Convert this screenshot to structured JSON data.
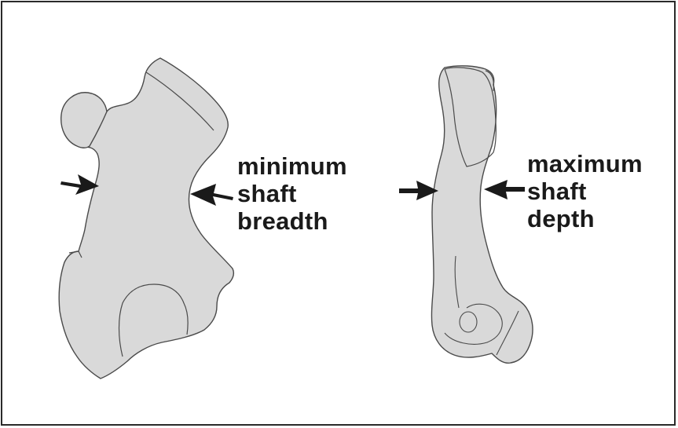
{
  "colors": {
    "bone_fill": "#d9d9d9",
    "bone_stroke": "#4a4a4a",
    "arrow": "#1a1a1a",
    "text": "#1a1a1a"
  },
  "left_view": {
    "label_lines": [
      "minimum",
      "shaft",
      "breadth"
    ]
  },
  "right_view": {
    "label_lines": [
      "maximum",
      "shaft",
      "depth"
    ]
  }
}
